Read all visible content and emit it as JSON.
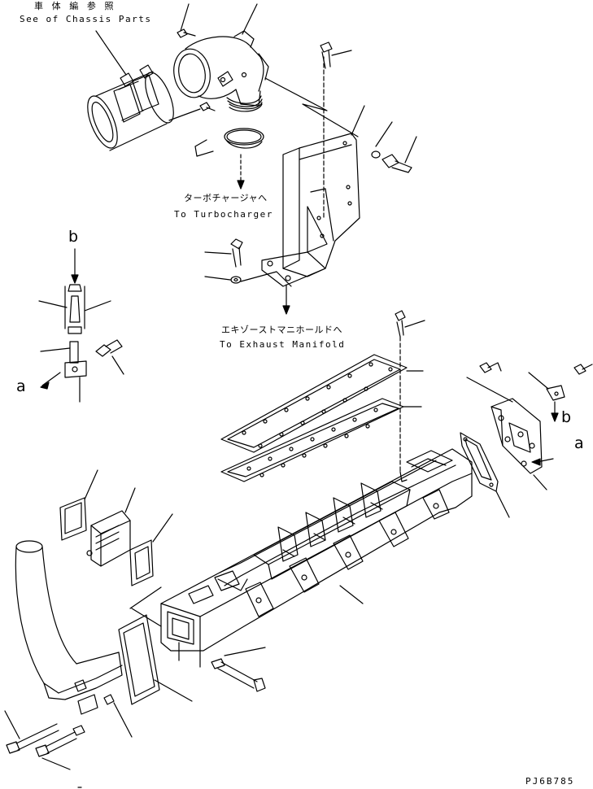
{
  "labels": {
    "chassis_jp": "車 体 編 参 照",
    "chassis_en": "See of Chassis Parts",
    "turbo_jp": "ターボチャージャへ",
    "turbo_en": "To Turbocharger",
    "exhaust_jp": "エキゾーストマニホールドへ",
    "exhaust_en": "To Exhaust Manifold"
  },
  "markers": {
    "a_left": "a",
    "b_left": "b",
    "a_right": "a",
    "b_right": "b"
  },
  "drawing_code": "PJ6B785",
  "colors": {
    "line": "#000000",
    "background": "#ffffff"
  }
}
